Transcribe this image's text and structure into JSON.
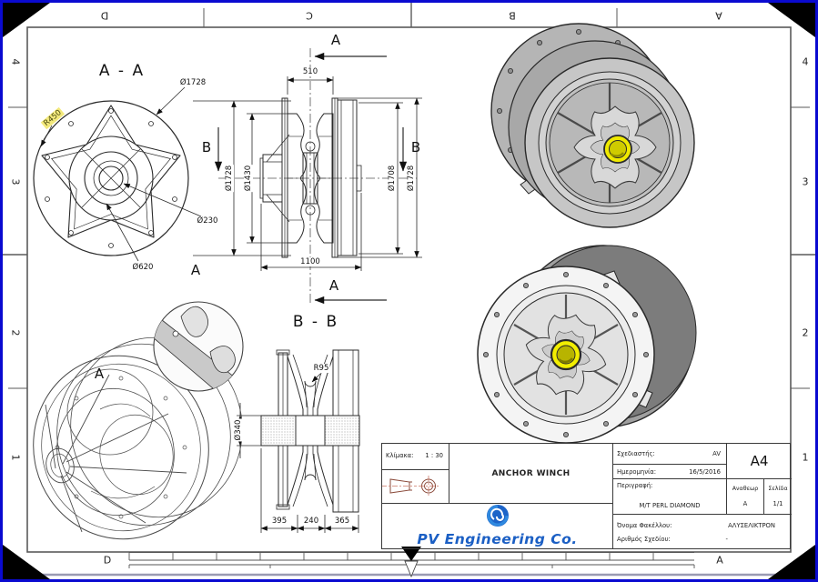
{
  "frame": {
    "zones_top": [
      "D",
      "C",
      "B",
      "A"
    ],
    "zones_bottom": [
      "D",
      "A"
    ],
    "zones_left": [
      "4",
      "3",
      "2",
      "1"
    ],
    "zones_right": [
      "4",
      "3",
      "2",
      "1"
    ]
  },
  "section_aa": {
    "title": "A - A",
    "dim_outer": "Ø1728",
    "dim_fillet": "R450",
    "dim_hub": "Ø230",
    "dim_mid": "Ø620",
    "marker_b": "B",
    "marker_a": "A"
  },
  "front_view": {
    "marker_a_top": "A",
    "marker_a_bottom": "A",
    "marker_b_right": "B",
    "dim_width_inner": "510",
    "dim_width_outer": "1100",
    "dim_left_outer": "Ø1728",
    "dim_left_inner": "Ø1430",
    "dim_right_inner": "Ø1708",
    "dim_right_outer": "Ø1728"
  },
  "section_bb": {
    "title": "B - B",
    "dim_groove": "R95",
    "dim_shaft": "Ø340",
    "dim_seg_left": "395",
    "dim_seg_mid": "240",
    "dim_seg_right": "365"
  },
  "iso_view": {
    "detail_label": "A"
  },
  "title_block": {
    "scale_label": "Κλίμακα:",
    "scale_value": "1 : 30",
    "drawing_title": "ANCHOR WINCH",
    "designer_label": "Σχεδιαστής:",
    "designer_value": "AV",
    "date_label": "Ημερομηνία:",
    "date_value": "16/5/2016",
    "paper_size": "A4",
    "desc_label": "Περιγραφή:",
    "desc_value": "M/T PERL DIAMOND",
    "rev_label": "Αναθεωρ",
    "rev_value": "A",
    "page_label": "Σελίδα",
    "page_value": "1/1",
    "folder_label": "Όνομα Φακέλλου:",
    "folder_value": "ΑΛΥΣΕΛΙΚΤΡΟΝ",
    "number_label": "Αριθμός Σχεδίου:",
    "number_value": "-",
    "company": "PV Engineering Co."
  },
  "colors": {
    "accent_blue": "#1b5fc4",
    "hub_yellow": "#efe900",
    "highlight_yellow": "#f3e97c",
    "border_blue": "#0a0ad0"
  }
}
